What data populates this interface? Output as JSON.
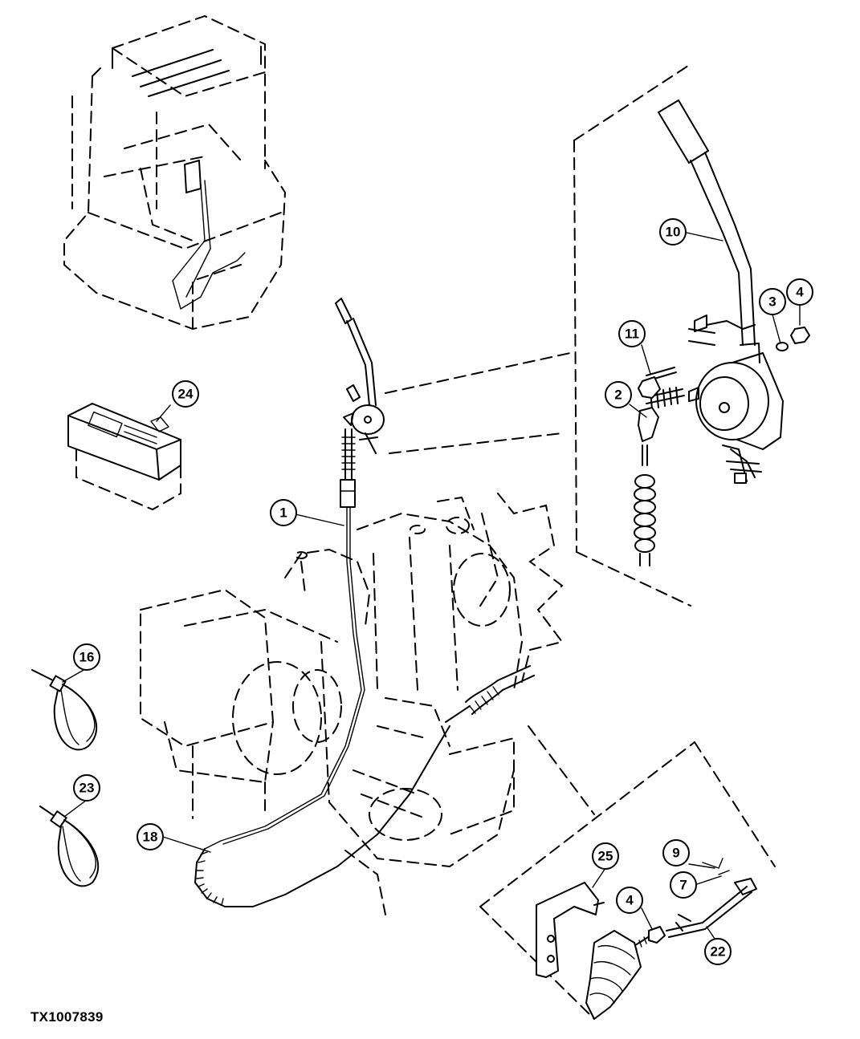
{
  "figure_id": "TX1007839",
  "callouts": [
    "1",
    "2",
    "3",
    "4",
    "4",
    "7",
    "9",
    "10",
    "11",
    "16",
    "18",
    "22",
    "23",
    "24",
    "25"
  ]
}
